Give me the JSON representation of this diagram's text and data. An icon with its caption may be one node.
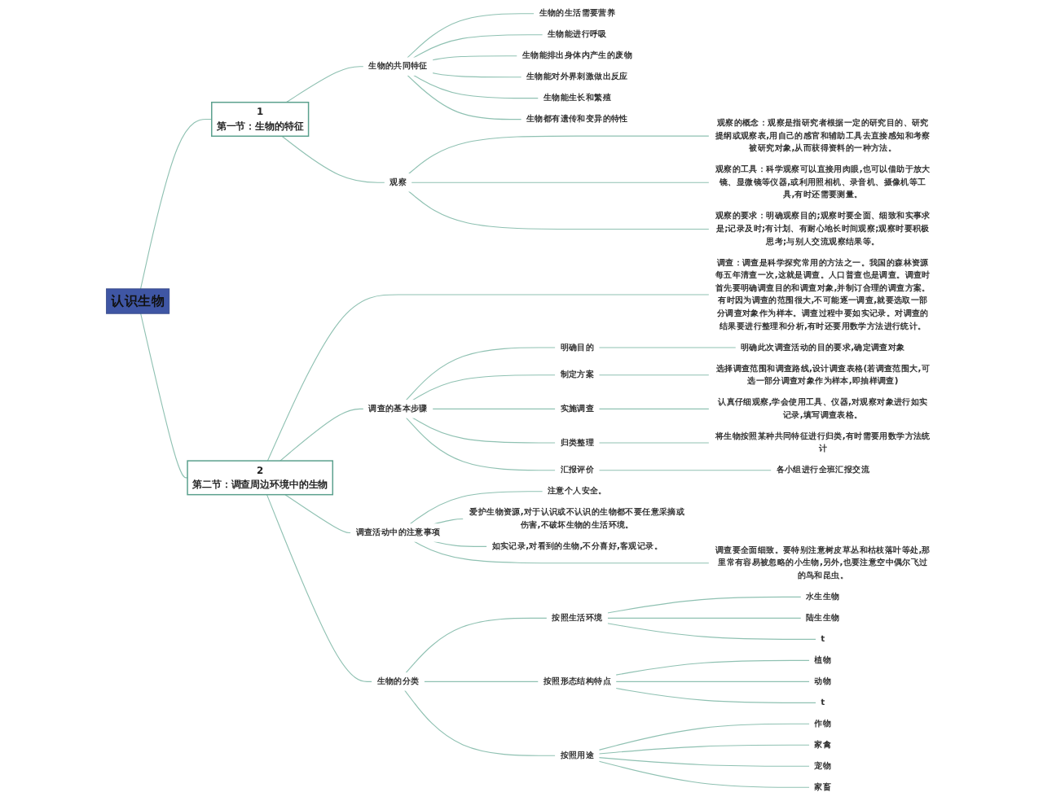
{
  "diagram": {
    "nodes": [
      {
        "text": [
          "认识生物"
        ]
      },
      {
        "text": [
          "1",
          "第一节：生物的特征"
        ]
      },
      {
        "text": [
          "生物的共同特征"
        ]
      },
      {
        "text": [
          "生物的生活需要营养"
        ]
      },
      {
        "text": [
          "生物能进行呼吸"
        ]
      },
      {
        "text": [
          "生物能排出身体内产生的废物"
        ]
      },
      {
        "text": [
          "生物能对外界刺激做出反应"
        ]
      },
      {
        "text": [
          "生物能生长和繁殖"
        ]
      },
      {
        "text": [
          "生物都有遗传和变异的特性"
        ]
      },
      {
        "text": [
          "观察"
        ]
      },
      {
        "text": [
          "观察的概念：观察是指研究者根据一定的研究目的、研究提纲或观察表,用自己的感官和辅助工具去直接感知和考察被研究对象,从而获得资料的一种方法。"
        ]
      },
      {
        "text": [
          "观察的工具：科学观察可以直接用肉眼,也可以借助于放大镜、显微镜等仪器,或利用照相机、录音机、摄像机等工具,有时还需要测量。"
        ]
      },
      {
        "text": [
          "观察的要求：明确观察目的;观察时要全面、细致和实事求是;记录及时;有计划、有耐心地长时间观察;观察时要积极思考;与别人交流观察结果等。"
        ]
      },
      {
        "text": [
          "2",
          "第二节：调查周边环境中的生物"
        ]
      },
      {
        "text": [
          "调查：调查是科学探究常用的方法之一。我国的森林资源每五年清查一次,这就是调查。人口普查也是调查。调查时首先要明确调查目的和调查对象,并制订合理的调查方案。有时因为调查的范围很大,不可能逐一调查,就要选取一部分调查对象作为样本。调查过程中要如实记录。对调查的结果要进行整理和分析,有时还要用数学方法进行统计。"
        ]
      },
      {
        "text": [
          "调查的基本步骤"
        ]
      },
      {
        "text": [
          "明确目的"
        ]
      },
      {
        "text": [
          "明确此次调查活动的目的要求,确定调查对象"
        ]
      },
      {
        "text": [
          "制定方案"
        ]
      },
      {
        "text": [
          "选择调查范围和调查路线,设计调查表格(若调查范围大,可选一部分调查对象作为样本,即抽样调查)"
        ]
      },
      {
        "text": [
          "实施调查"
        ]
      },
      {
        "text": [
          "认真仔细观察,学会使用工具、仪器,对观察对象进行如实记录,填写调查表格。"
        ]
      },
      {
        "text": [
          "归类整理"
        ]
      },
      {
        "text": [
          "将生物按照某种共同特征进行归类,有时需要用数学方法统计"
        ]
      },
      {
        "text": [
          "汇报评价"
        ]
      },
      {
        "text": [
          "各小组进行全班汇报交流"
        ]
      },
      {
        "text": [
          "调查活动中的注意事项"
        ]
      },
      {
        "text": [
          "注意个人安全。"
        ]
      },
      {
        "text": [
          "爱护生物资源,对于认识或不认识的生物都不要任意采摘或伤害,不破坏生物的生活环境。"
        ]
      },
      {
        "text": [
          "如实记录,对看到的生物,不分喜好,客观记录。"
        ]
      },
      {
        "text": [
          "调查要全面细致。要特别注意树皮草丛和枯枝落叶等处,那里常有容易被忽略的小生物,另外,也要注意空中偶尔飞过的鸟和昆虫。"
        ]
      },
      {
        "text": [
          "生物的分类"
        ]
      },
      {
        "text": [
          "按照生活环境"
        ]
      },
      {
        "text": [
          "水生生物"
        ]
      },
      {
        "text": [
          "陆生生物"
        ]
      },
      {
        "text": [
          "t"
        ]
      },
      {
        "text": [
          "按照形态结构特点"
        ]
      },
      {
        "text": [
          "植物"
        ]
      },
      {
        "text": [
          "动物"
        ]
      },
      {
        "text": [
          "t"
        ]
      },
      {
        "text": [
          "按照用途"
        ]
      },
      {
        "text": [
          "作物"
        ]
      },
      {
        "text": [
          "家禽"
        ]
      },
      {
        "text": [
          "宠物"
        ]
      },
      {
        "text": [
          "家畜"
        ]
      }
    ],
    "edges": [
      {
        "from": 0,
        "to": 1,
        "arrow": "none"
      },
      {
        "from": 1,
        "to": 2,
        "arrow": "none"
      },
      {
        "from": 2,
        "to": 3,
        "arrow": "none"
      },
      {
        "from": 2,
        "to": 4,
        "arrow": "none"
      },
      {
        "from": 2,
        "to": 5,
        "arrow": "none"
      },
      {
        "from": 2,
        "to": 6,
        "arrow": "none"
      },
      {
        "from": 2,
        "to": 7,
        "arrow": "none"
      },
      {
        "from": 2,
        "to": 8,
        "arrow": "none"
      },
      {
        "from": 1,
        "to": 9,
        "arrow": "none"
      },
      {
        "from": 9,
        "to": 10,
        "arrow": "none"
      },
      {
        "from": 9,
        "to": 11,
        "arrow": "none"
      },
      {
        "from": 9,
        "to": 12,
        "arrow": "none"
      },
      {
        "from": 0,
        "to": 13,
        "arrow": "none"
      },
      {
        "from": 13,
        "to": 14,
        "arrow": "none"
      },
      {
        "from": 13,
        "to": 15,
        "arrow": "none"
      },
      {
        "from": 15,
        "to": 16,
        "arrow": "none"
      },
      {
        "from": 16,
        "to": 17,
        "arrow": "none"
      },
      {
        "from": 15,
        "to": 18,
        "arrow": "none"
      },
      {
        "from": 18,
        "to": 19,
        "arrow": "none"
      },
      {
        "from": 15,
        "to": 20,
        "arrow": "none"
      },
      {
        "from": 20,
        "to": 21,
        "arrow": "none"
      },
      {
        "from": 15,
        "to": 22,
        "arrow": "none"
      },
      {
        "from": 22,
        "to": 23,
        "arrow": "none"
      },
      {
        "from": 15,
        "to": 24,
        "arrow": "none"
      },
      {
        "from": 24,
        "to": 25,
        "arrow": "none"
      },
      {
        "from": 13,
        "to": 26,
        "arrow": "none"
      },
      {
        "from": 26,
        "to": 27,
        "arrow": "none"
      },
      {
        "from": 26,
        "to": 28,
        "arrow": "none"
      },
      {
        "from": 26,
        "to": 29,
        "arrow": "none"
      },
      {
        "from": 26,
        "to": 30,
        "arrow": "none"
      },
      {
        "from": 13,
        "to": 31,
        "arrow": "none"
      },
      {
        "from": 31,
        "to": 32,
        "arrow": "none"
      },
      {
        "from": 32,
        "to": 33,
        "arrow": "none"
      },
      {
        "from": 32,
        "to": 34,
        "arrow": "none"
      },
      {
        "from": 32,
        "to": 35,
        "arrow": "none"
      },
      {
        "from": 31,
        "to": 36,
        "arrow": "none"
      },
      {
        "from": 36,
        "to": 37,
        "arrow": "none"
      },
      {
        "from": 36,
        "to": 38,
        "arrow": "none"
      },
      {
        "from": 36,
        "to": 39,
        "arrow": "none"
      },
      {
        "from": 31,
        "to": 40,
        "arrow": "none"
      },
      {
        "from": 40,
        "to": 41,
        "arrow": "none"
      },
      {
        "from": 40,
        "to": 42,
        "arrow": "none"
      },
      {
        "from": 40,
        "to": 43,
        "arrow": "none"
      },
      {
        "from": 40,
        "to": 44,
        "arrow": "none"
      }
    ]
  }
}
